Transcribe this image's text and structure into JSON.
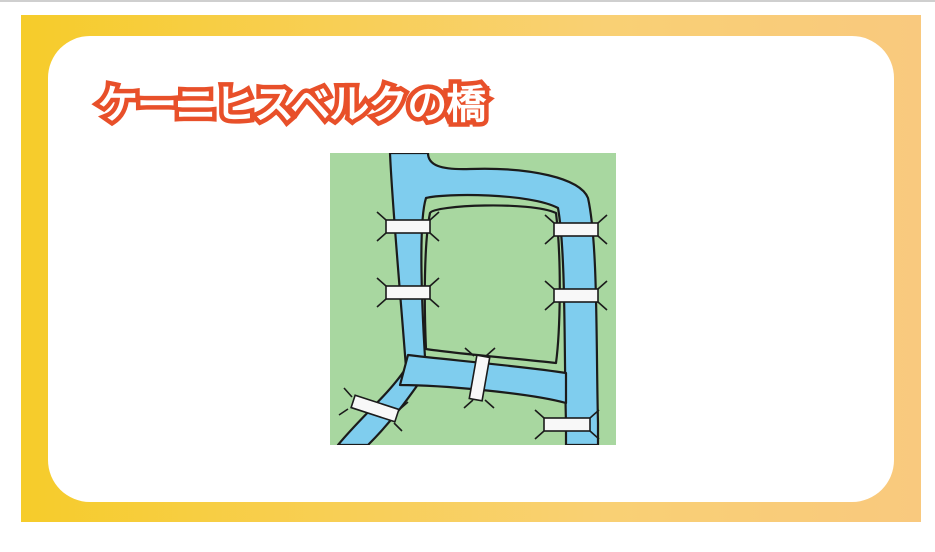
{
  "slide": {
    "title": "ケーニヒスベルクの橋"
  },
  "colors": {
    "frame_gradient_start": "#f6cc2a",
    "frame_gradient_end": "#f9c97e",
    "panel": "#ffffff",
    "title_fill": "#ffffff",
    "title_outline": "#e8502a",
    "land": "#a8d7a0",
    "river": "#7fcdee",
    "bridge": "#f8f8f8",
    "outline": "#1b1b1b"
  },
  "illustration": {
    "subject": "river-map",
    "land_masses": [
      "north-bank",
      "central-island",
      "east-bank",
      "south-bank"
    ],
    "bridges": [
      "bridge-north-west",
      "bridge-north-east",
      "bridge-middle-west",
      "bridge-middle-east",
      "bridge-center",
      "bridge-south-west",
      "bridge-south-east"
    ]
  }
}
